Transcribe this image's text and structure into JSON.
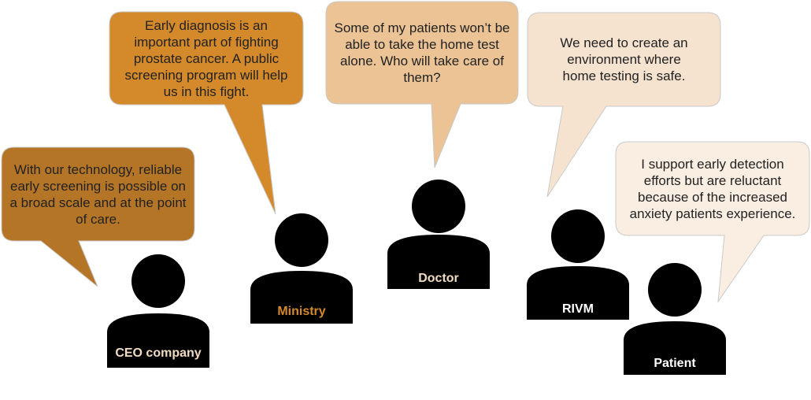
{
  "colors": {
    "silhouette": "#000000",
    "label_light": "#f2dcc0",
    "label_white": "#ffffff",
    "label_orange": "#d4892a",
    "text": "#222222",
    "bubble_ceo": "#b47526",
    "bubble_ministry": "#d4892a",
    "bubble_doctor": "#ebc394",
    "bubble_rivm": "#f5e3d0",
    "bubble_patient": "#faeee2",
    "bubble_border": "#c9c9c9"
  },
  "stakeholders": [
    {
      "id": "ceo",
      "label": "CEO company",
      "quote": "With our technology, reliable early screening is possible on a broad scale and at the point of care."
    },
    {
      "id": "ministry",
      "label": "Ministry",
      "quote": "Early diagnosis is an important part of fighting prostate cancer. A public screening program will help us in this fight."
    },
    {
      "id": "doctor",
      "label": "Doctor",
      "quote": "Some of my patients won’t be able to take the home test alone. Who will take care of them?"
    },
    {
      "id": "rivm",
      "label": "RIVM",
      "quote": "We need to create an environment where home testing is safe."
    },
    {
      "id": "patient",
      "label": "Patient",
      "quote": "I support early detection efforts but are reluctant because of the increased anxiety patients experience."
    }
  ]
}
